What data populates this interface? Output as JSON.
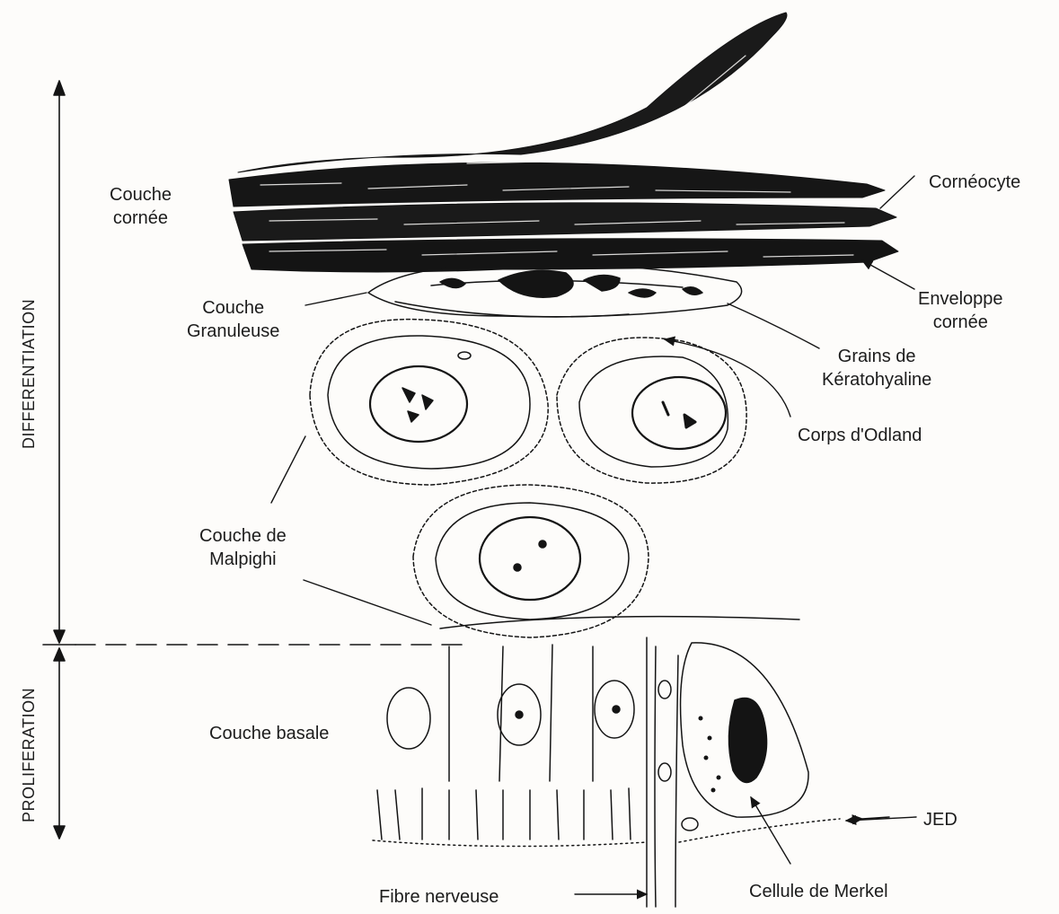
{
  "labels": {
    "couche_cornee": "Couche\ncornée",
    "corneocyte": "Cornéocyte",
    "couche_granuleuse": "Couche\nGranuleuse",
    "enveloppe_cornee": "Enveloppe\ncornée",
    "grains_keratohyaline": "Grains de\nKératohyaline",
    "corps_odland": "Corps d'Odland",
    "couche_malpighi": "Couche de\nMalpighi",
    "couche_basale": "Couche basale",
    "jed": "JED",
    "cellule_merkel": "Cellule de Merkel",
    "fibre_nerveuse": "Fibre nerveuse"
  },
  "axis": {
    "differentiation": "DIFFERENTIATION",
    "proliferation": "PROLIFERATION"
  },
  "colors": {
    "ink": "#141414",
    "paper": "#fdfcfa"
  }
}
